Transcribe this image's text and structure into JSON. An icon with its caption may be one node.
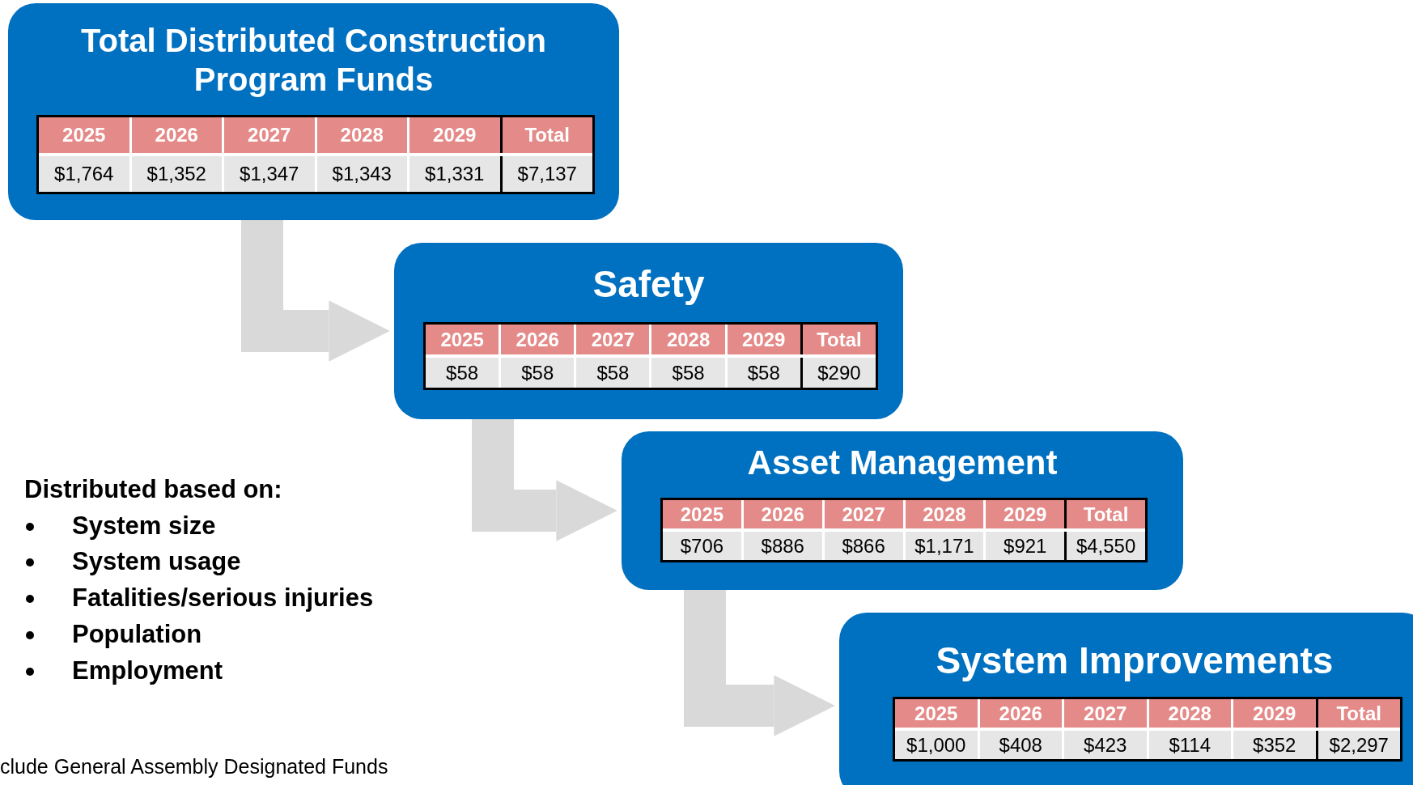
{
  "diagram": {
    "nodes": [
      {
        "text": [
          "Total Distributed Construction Program Funds",
          "2025",
          "2026",
          "2027",
          "2028",
          "2029",
          "Total",
          "$1,764",
          "$1,352",
          "$1,347",
          "$1,343",
          "$1,331",
          "$7,137"
        ]
      },
      {
        "text": [
          "Safety",
          "2025",
          "2026",
          "2027",
          "2028",
          "2029",
          "Total",
          "$58",
          "$58",
          "$58",
          "$58",
          "$58",
          "$290"
        ]
      },
      {
        "text": [
          "Asset Management",
          "2025",
          "2026",
          "2027",
          "2028",
          "2029",
          "Total",
          "$706",
          "$886",
          "$866",
          "$1,171",
          "$921",
          "$4,550"
        ]
      },
      {
        "text": [
          "System Improvements",
          "2025",
          "2026",
          "2027",
          "2028",
          "2029",
          "Total",
          "$1,000",
          "$408",
          "$423",
          "$114",
          "$352",
          "$2,297"
        ]
      }
    ],
    "edges": [
      {
        "from": 0,
        "to": 1,
        "arrow": "to"
      },
      {
        "from": 1,
        "to": 2,
        "arrow": "to"
      },
      {
        "from": 2,
        "to": 3,
        "arrow": "to"
      }
    ],
    "labels": [
      "Distributed based on:",
      "System size",
      "System usage",
      "Fatalities/serious injuries",
      "Population",
      "Employment",
      "clude General Assembly Designated Funds"
    ]
  }
}
